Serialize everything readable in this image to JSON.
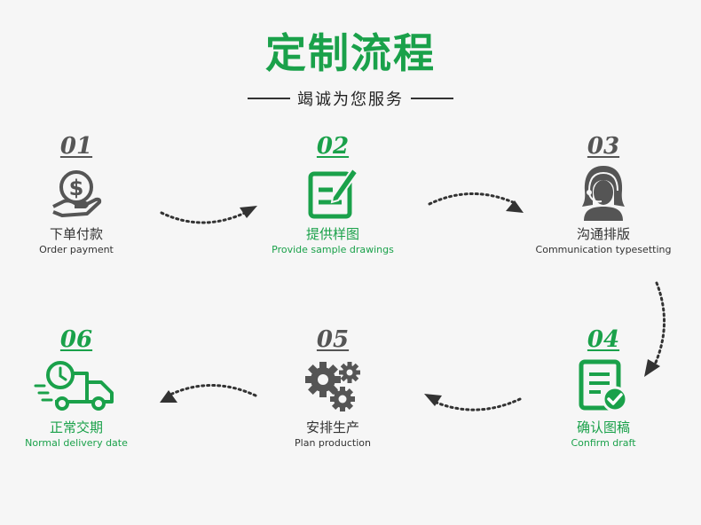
{
  "header": {
    "title": "定制流程",
    "subtitle": "竭诚为您服务"
  },
  "colors": {
    "accent": "#1aa14a",
    "dark": "#555555"
  },
  "steps": [
    {
      "num": "01",
      "cn": "下单付款",
      "en": "Order payment",
      "icon": "money-hand-icon"
    },
    {
      "num": "02",
      "cn": "提供样图",
      "en": "Provide sample drawings",
      "icon": "edit-document-icon"
    },
    {
      "num": "03",
      "cn": "沟通排版",
      "en": "Communication typesetting",
      "icon": "customer-service-icon"
    },
    {
      "num": "04",
      "cn": "确认图稿",
      "en": "Confirm draft",
      "icon": "document-check-icon"
    },
    {
      "num": "05",
      "cn": "安排生产",
      "en": "Plan production",
      "icon": "gears-icon"
    },
    {
      "num": "06",
      "cn": "正常交期",
      "en": "Normal delivery date",
      "icon": "delivery-truck-icon"
    }
  ]
}
